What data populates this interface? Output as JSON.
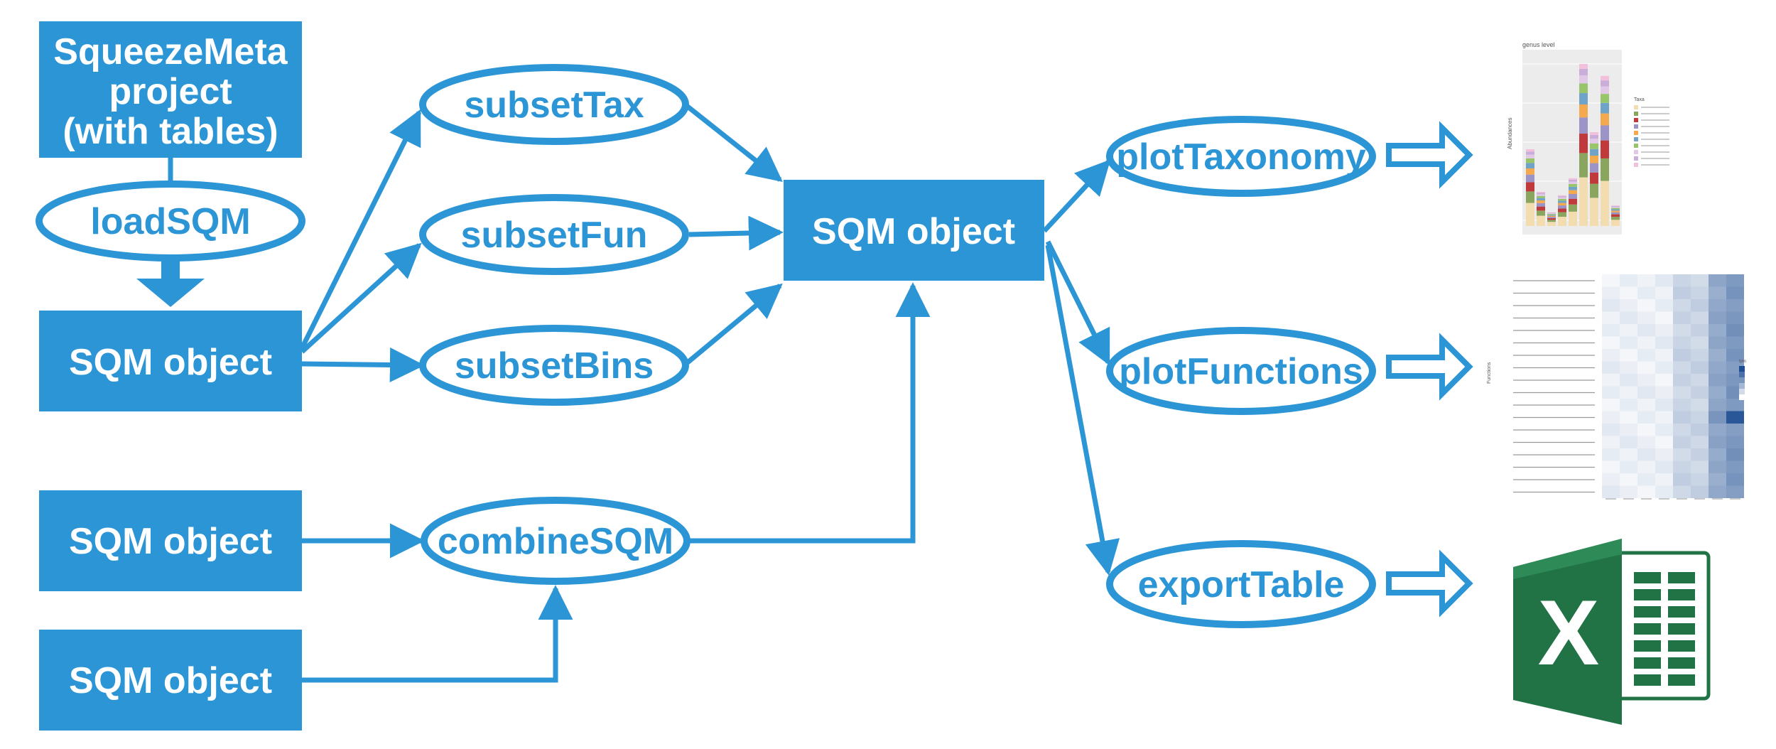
{
  "nodes": {
    "project": [
      "SqueezeMeta",
      "project",
      "(with tables)"
    ],
    "load": "loadSQM",
    "sqm_main": "SQM object",
    "sqm_b": "SQM object",
    "sqm_c": "SQM object",
    "subset_tax": "subsetTax",
    "subset_fun": "subsetFun",
    "subset_bins": "subsetBins",
    "combine": "combineSQM",
    "sqm_result": "SQM object",
    "plot_tax": "plotTaxonomy",
    "plot_fun": "plotFunctions",
    "export": "exportTable"
  },
  "thumbnails": {
    "taxonomy": {
      "title": "genus level",
      "legend_title": "Taxa",
      "ylabel": "Abundances",
      "series_colors": [
        "#f3ddb0",
        "#8aa65e",
        "#c0393b",
        "#9c93c6",
        "#f4a94f",
        "#6fa3c8",
        "#98c56a",
        "#e0c8e6",
        "#c8aed9",
        "#f2c0da"
      ]
    },
    "functions": {
      "ylabel": "Functions",
      "legend_title": "tpm",
      "color_low": "#ffffff",
      "color_high": "#1f4e92"
    },
    "excel": {
      "icon": "excel-icon",
      "letter": "X",
      "colors": {
        "dark": "#1d6b3a",
        "mid": "#217346",
        "light": "#2e8b57"
      }
    }
  },
  "colors": {
    "accent": "#2b95d6",
    "text_on_accent": "#ffffff"
  }
}
